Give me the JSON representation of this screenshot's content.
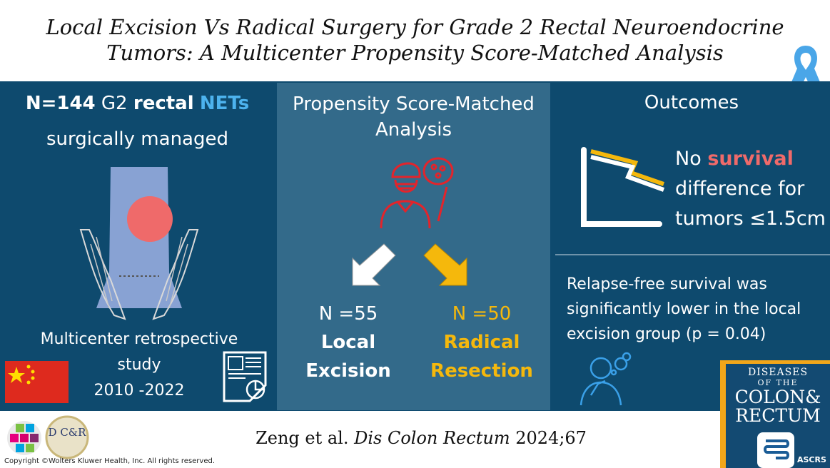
{
  "header": {
    "title_line1": "Local Excision Vs Radical Surgery for Grade 2 Rectal Neuroendocrine",
    "title_line2": "Tumors: A Multicenter Propensity Score-Matched Analysis"
  },
  "left": {
    "n_label": "N=144",
    "grade": "G2",
    "rectal": "rectal",
    "nets": "NETs",
    "managed": "surgically managed",
    "study_line1": "Multicenter retrospective",
    "study_line2": "study",
    "study_years": "2010 -2022"
  },
  "middle": {
    "title_line1": "Propensity Score-Matched",
    "title_line2": "Analysis",
    "local_n": "N =55",
    "local_label1": "Local",
    "local_label2": "Excision",
    "radical_n": "N =50",
    "radical_label1": "Radical",
    "radical_label2": "Resection"
  },
  "right": {
    "title": "Outcomes",
    "no": "No",
    "survival": "survival",
    "difference": "difference for",
    "tumors": "tumors ≤1.5cm",
    "relapse_line1": "Relapse-free survival was",
    "relapse_line2": "significantly lower in the local",
    "relapse_line3": "excision group (p = 0.04)"
  },
  "footer": {
    "citation_authors": "Zeng et al.",
    "citation_journal": "Dis Colon Rectum",
    "citation_year": "2024;67",
    "copyright": "Copyright ©Wolters Kluwer Health, Inc. All rights reserved.",
    "dcr_logo": "D C&R"
  },
  "journal_cover": {
    "line1": "DISEASES",
    "line2": "OF THE",
    "line3": "COLON&",
    "line4": "RECTUM",
    "badge": "ASCRS"
  },
  "colors": {
    "panel": "#0e4a6e",
    "middle_panel": "#336a8a",
    "accent_blue": "#4db3ee",
    "accent_red": "#ef6a6a",
    "accent_gold": "#f5b80c"
  }
}
